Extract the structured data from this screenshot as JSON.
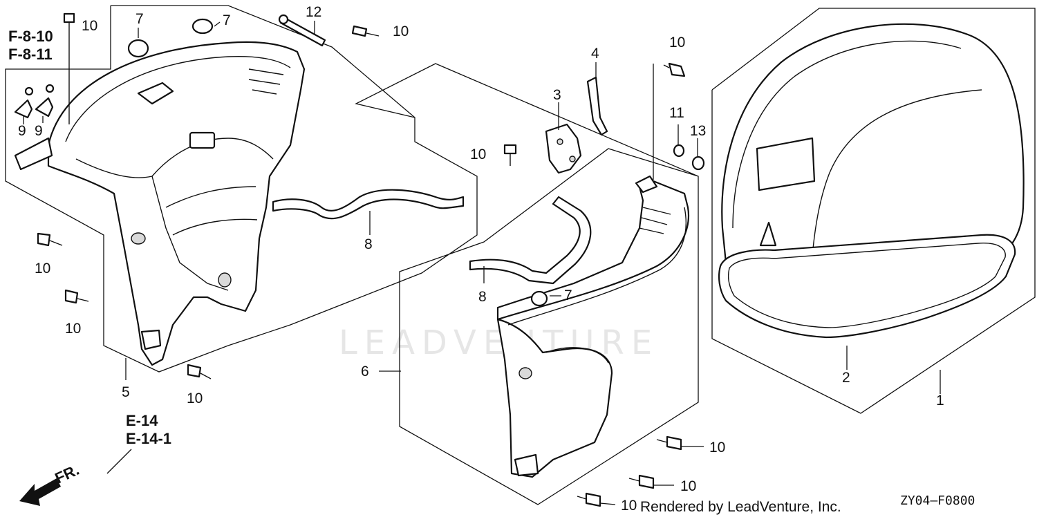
{
  "watermark": "LEADVENTURE",
  "credit": "Rendered by LeadVenture, Inc.",
  "diagram_code": "ZY04—F0800",
  "direction_label": "FR.",
  "references": {
    "top_left_1": "F-8-10",
    "top_left_2": "F-8-11",
    "bottom_left_1": "E-14",
    "bottom_left_2": "E-14-1"
  },
  "callouts": [
    {
      "id": "c1",
      "label": "1"
    },
    {
      "id": "c2",
      "label": "2"
    },
    {
      "id": "c3",
      "label": "3"
    },
    {
      "id": "c4",
      "label": "4"
    },
    {
      "id": "c5",
      "label": "5"
    },
    {
      "id": "c6",
      "label": "6"
    },
    {
      "id": "c7a",
      "label": "7"
    },
    {
      "id": "c7b",
      "label": "7"
    },
    {
      "id": "c7c",
      "label": "7"
    },
    {
      "id": "c8a",
      "label": "8"
    },
    {
      "id": "c8b",
      "label": "8"
    },
    {
      "id": "c9a",
      "label": "9"
    },
    {
      "id": "c9b",
      "label": "9"
    },
    {
      "id": "c10a",
      "label": "10"
    },
    {
      "id": "c10b",
      "label": "10"
    },
    {
      "id": "c10c",
      "label": "10"
    },
    {
      "id": "c10d",
      "label": "10"
    },
    {
      "id": "c10e",
      "label": "10"
    },
    {
      "id": "c10f",
      "label": "10"
    },
    {
      "id": "c10g",
      "label": "10"
    },
    {
      "id": "c10h",
      "label": "10"
    },
    {
      "id": "c10i",
      "label": "10"
    },
    {
      "id": "c10j",
      "label": "10"
    },
    {
      "id": "c11",
      "label": "11"
    },
    {
      "id": "c12",
      "label": "12"
    },
    {
      "id": "c13",
      "label": "13"
    }
  ]
}
